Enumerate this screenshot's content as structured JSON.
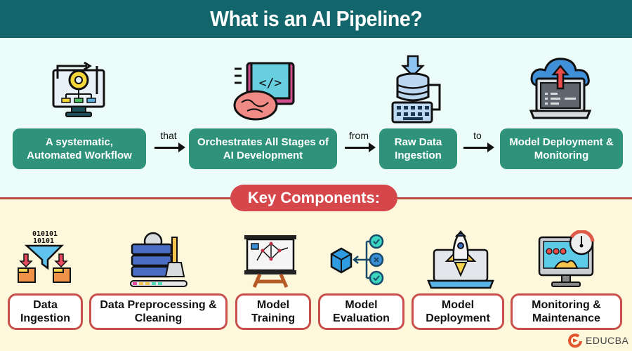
{
  "header": {
    "title": "What is an AI Pipeline?"
  },
  "definition_flow": {
    "boxes": [
      {
        "label": "A systematic, Automated Workflow",
        "icon": "automated-workflow-icon"
      },
      {
        "label": "Orchestrates All Stages of AI Development",
        "icon": "ai-brain-code-icon"
      },
      {
        "label": "Raw Data Ingestion",
        "icon": "database-ingestion-icon"
      },
      {
        "label": "Model Deployment & Monitoring",
        "icon": "cloud-deploy-laptop-icon"
      }
    ],
    "connectors": [
      "that",
      "from",
      "to"
    ]
  },
  "key_components": {
    "title": "Key Components:",
    "items": [
      {
        "label": "Data Ingestion",
        "icon": "data-funnel-icon"
      },
      {
        "label": "Data Preprocessing & Cleaning",
        "icon": "server-cleaning-icon"
      },
      {
        "label": "Model Training",
        "icon": "training-easel-icon"
      },
      {
        "label": "Model Evaluation",
        "icon": "evaluation-cube-icon"
      },
      {
        "label": "Model Deployment",
        "icon": "rocket-laptop-icon"
      },
      {
        "label": "Monitoring & Maintenance",
        "icon": "monitor-gauge-icon"
      }
    ]
  },
  "brand": {
    "name": "EDUCBA"
  },
  "colors": {
    "header_bg": "#12656a",
    "flow_box": "#2e937a",
    "accent_red": "#d5474a",
    "top_bg": "#ecfcf9",
    "bottom_bg": "#fdf8dc"
  }
}
